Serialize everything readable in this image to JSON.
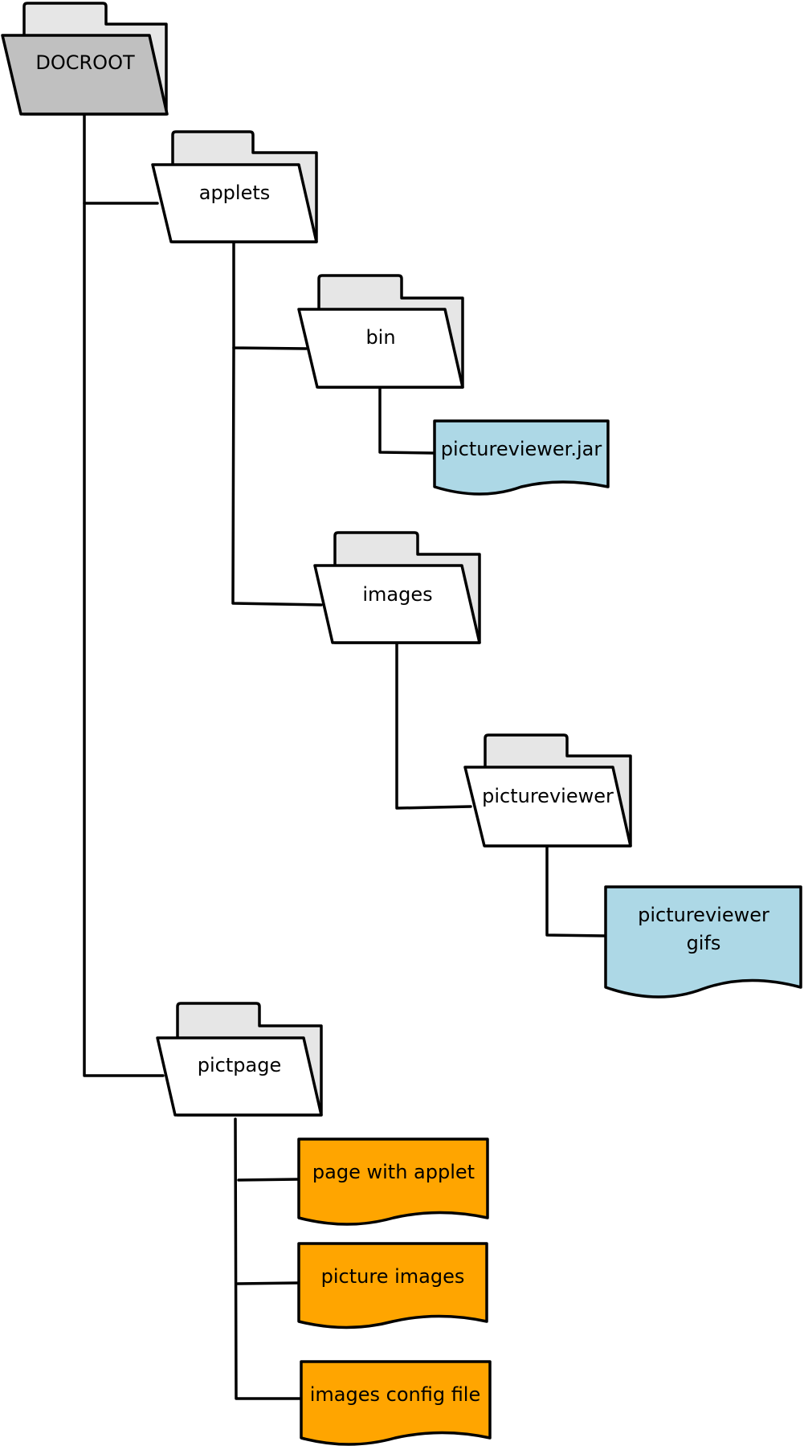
{
  "colors": {
    "root_folder": "#c0c0c0",
    "folder_tab": "#e6e6e6",
    "folder_front": "#ffffff",
    "applet_file": "#add8e6",
    "page_file": "#ffa500",
    "line": "#000000"
  },
  "folders": {
    "docroot": "DOCROOT",
    "applets": "applets",
    "bin": "bin",
    "images": "images",
    "pictureviewer": "pictureviewer",
    "pictpage": "pictpage"
  },
  "files": {
    "pictureviewer_jar": "pictureviewer.jar",
    "pictureviewer_gifs_line1": "pictureviewer",
    "pictureviewer_gifs_line2": "gifs",
    "page_with_applet": "page with applet",
    "picture_images": "picture images",
    "images_config_file": "images config file"
  }
}
